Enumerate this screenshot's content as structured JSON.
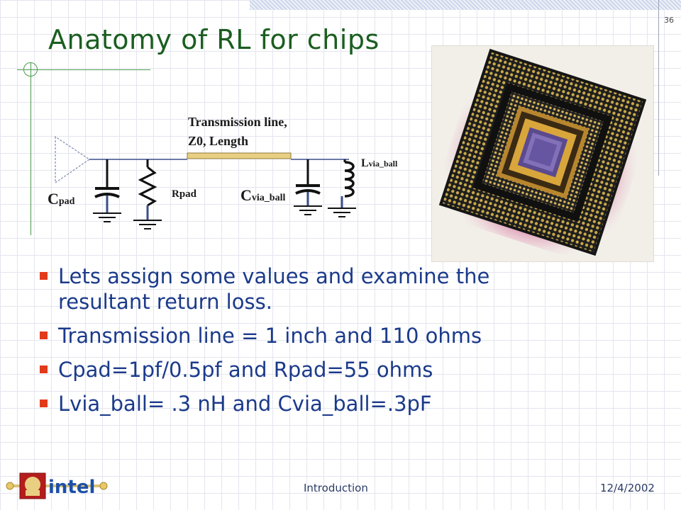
{
  "slide": {
    "number": "36",
    "title": "Anatomy of RL for chips"
  },
  "schematic": {
    "tline_label_1": "Transmission line,",
    "tline_label_2": "Z0, Length",
    "cpad_main": "C",
    "cpad_sub": "pad",
    "rpad": "Rpad",
    "cvia_main": "C",
    "cvia_sub": "via_ball",
    "lvia_main": "L",
    "lvia_sub": "via_ball"
  },
  "bullets": [
    "Lets assign some values and examine the resultant return loss.",
    "Transmission line = 1 inch and 110 ohms",
    "Cpad=1pf/0.5pf and Rpad=55 ohms",
    "Lvia_ball= .3 nH and Cvia_ball=.3pF"
  ],
  "footer": {
    "section": "Introduction",
    "date": "12/4/2002",
    "logo_text": "intel"
  },
  "colors": {
    "title": "#1b5e20",
    "bullet_text": "#1b3a8a",
    "bullet_marker": "#e23b1c",
    "tline_fill": "#e9cf82"
  }
}
